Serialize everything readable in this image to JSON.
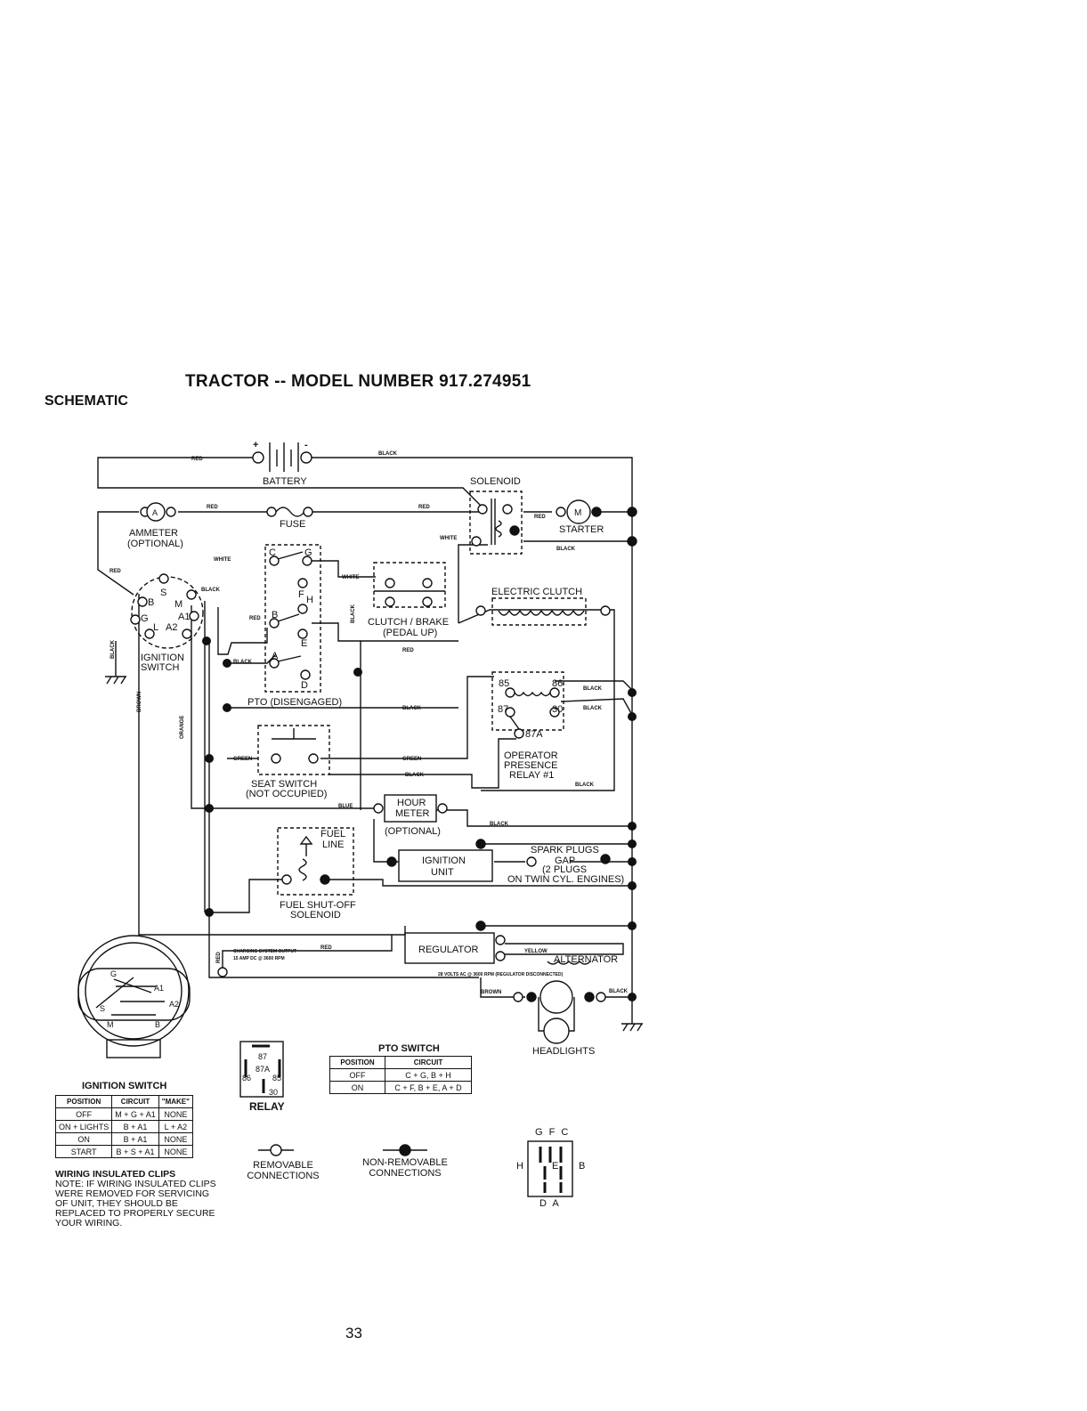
{
  "title": "TRACTOR -- MODEL NUMBER 917.274951",
  "section": "SCHEMATIC",
  "page_number": "33",
  "components": {
    "battery": "BATTERY",
    "battery_plus": "+",
    "battery_minus": "-",
    "solenoid": "SOLENOID",
    "ammeter": [
      "AMMETER",
      "(OPTIONAL)"
    ],
    "ammeter_symbol": "A",
    "fuse": "FUSE",
    "starter": "STARTER",
    "starter_symbol": "M",
    "electric_clutch": "ELECTRIC CLUTCH",
    "clutch_brake": [
      "CLUTCH / BRAKE",
      "(PEDAL UP)"
    ],
    "ignition_switch": [
      "IGNITION",
      "SWITCH"
    ],
    "pto": "PTO (DISENGAGED)",
    "operator_relay": [
      "OPERATOR",
      "PRESENCE",
      "RELAY #1"
    ],
    "seat_switch": [
      "SEAT SWITCH",
      "(NOT OCCUPIED)"
    ],
    "hour_meter": [
      "HOUR",
      "METER",
      "(OPTIONAL)"
    ],
    "fuel_line": [
      "FUEL",
      "LINE"
    ],
    "fuel_solenoid": [
      "FUEL SHUT-OFF",
      "SOLENOID"
    ],
    "ignition_unit": [
      "IGNITION",
      "UNIT"
    ],
    "spark_plugs": [
      "SPARK PLUGS",
      "GAP",
      "(2 PLUGS",
      "ON TWIN CYL. ENGINES)"
    ],
    "regulator": "REGULATOR",
    "alternator": "ALTERNATOR",
    "charging_output": [
      "CHARGING SYSTEM OUTPUT",
      "15 AMP DC @ 3600 RPM"
    ],
    "alternator_output": "28 VOLTS AC @ 3600 RPM (REGULATOR DISCONNECTED)",
    "headlights": "HEADLIGHTS",
    "relay_label": "RELAY",
    "relay_pins": [
      "87",
      "87A",
      "86",
      "85",
      "30"
    ],
    "relay_terms": [
      "85",
      "86",
      "87",
      "30",
      "87A"
    ],
    "ign_terms": [
      "B",
      "S",
      "M",
      "G",
      "A1",
      "L",
      "A2"
    ],
    "pto_terms": [
      "C",
      "G",
      "F",
      "H",
      "B",
      "E",
      "A",
      "D"
    ],
    "plug_face": [
      "G",
      "A1",
      "A2",
      "S",
      "M",
      "B"
    ]
  },
  "wire_labels": {
    "red": "RED",
    "black": "BLACK",
    "white": "WHITE",
    "green": "GREEN",
    "blue": "BLUE",
    "brown": "BROWN",
    "orange": "ORANGE",
    "yellow": "YELLOW"
  },
  "ignition_table": {
    "caption": "IGNITION SWITCH",
    "headers": [
      "POSITION",
      "CIRCUIT",
      "\"MAKE\""
    ],
    "rows": [
      [
        "OFF",
        "M + G + A1",
        "NONE"
      ],
      [
        "ON + LIGHTS",
        "B + A1",
        "L + A2"
      ],
      [
        "ON",
        "B + A1",
        "NONE"
      ],
      [
        "START",
        "B + S + A1",
        "NONE"
      ]
    ]
  },
  "pto_table": {
    "caption": "PTO SWITCH",
    "headers": [
      "POSITION",
      "CIRCUIT"
    ],
    "rows": [
      [
        "OFF",
        "C + G, B + H"
      ],
      [
        "ON",
        "C + F, B + E, A + D"
      ]
    ]
  },
  "note": {
    "heading": "WIRING INSULATED CLIPS",
    "text": "NOTE: IF WIRING INSULATED CLIPS WERE REMOVED FOR SERVICING OF UNIT, THEY SHOULD BE REPLACED TO PROPERLY SECURE YOUR WIRING."
  },
  "legend": {
    "removable": [
      "REMOVABLE",
      "CONNECTIONS"
    ],
    "non_removable": [
      "NON-REMOVABLE",
      "CONNECTIONS"
    ]
  },
  "pto_connector": {
    "top": "G F C",
    "left": "H",
    "center": "E",
    "right": "B",
    "bottom": "D A"
  }
}
